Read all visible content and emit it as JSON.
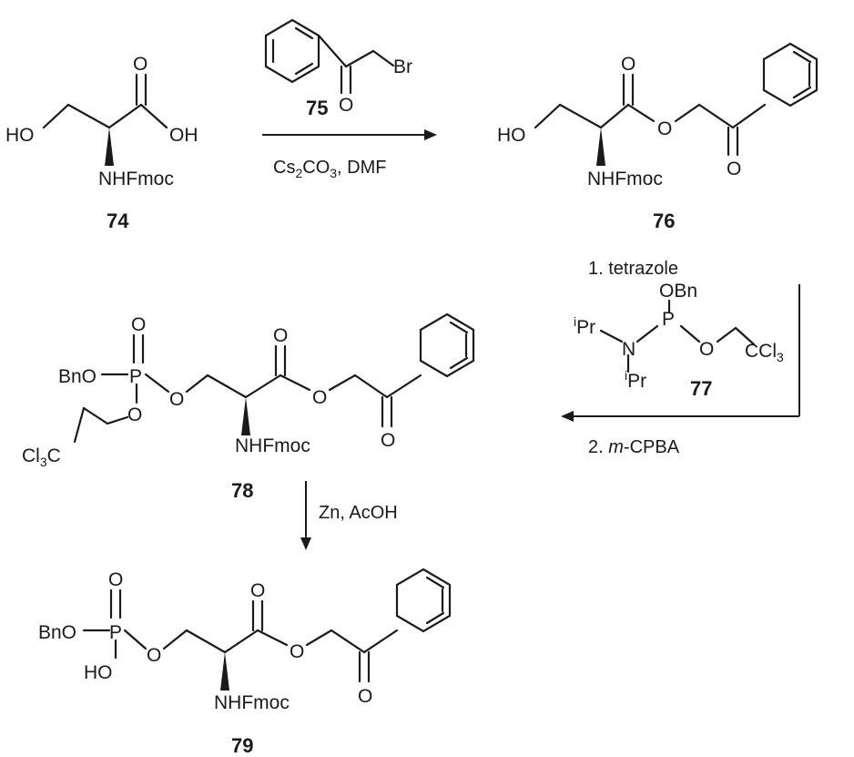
{
  "compounds": {
    "c74": {
      "label": "74",
      "hydroxyl": "HO",
      "acid_oh": "OH",
      "carbonyl_o": "O",
      "amine": "NHFmoc"
    },
    "c75": {
      "label": "75",
      "carbonyl_o": "O",
      "bromine": "Br"
    },
    "c76": {
      "label": "76",
      "hydroxyl": "HO",
      "ester_o": "O",
      "carbonyl_o": "O",
      "ketone_o": "O",
      "amine": "NHFmoc"
    },
    "c77": {
      "label": "77",
      "obn": "OBn",
      "phosphorus": "P",
      "nitrogen": "N",
      "ipr_sup": "i",
      "ipr": "Pr",
      "oxygen": "O",
      "ccl3_a": "CCl",
      "ccl3_sub": "3"
    },
    "c78": {
      "label": "78",
      "bno": "BnO",
      "phosphorus": "P",
      "oxygen": "O",
      "cl3c_a": "Cl",
      "cl3c_sub": "3",
      "cl3c_b": "C",
      "amine": "NHFmoc"
    },
    "c79": {
      "label": "79",
      "bno": "BnO",
      "phosphorus": "P",
      "ho": "HO",
      "oxygen": "O",
      "amine": "NHFmoc"
    }
  },
  "reactions": {
    "step1_conditions_a": "Cs",
    "step1_conditions_sub1": "2",
    "step1_conditions_b": "CO",
    "step1_conditions_sub2": "3",
    "step1_conditions_c": ", DMF",
    "step2_line1": "1. tetrazole",
    "step2_line2_prefix": "2. ",
    "step2_line2_italic": "m",
    "step2_line2_rest": "-CPBA",
    "step3": "Zn, AcOH"
  }
}
